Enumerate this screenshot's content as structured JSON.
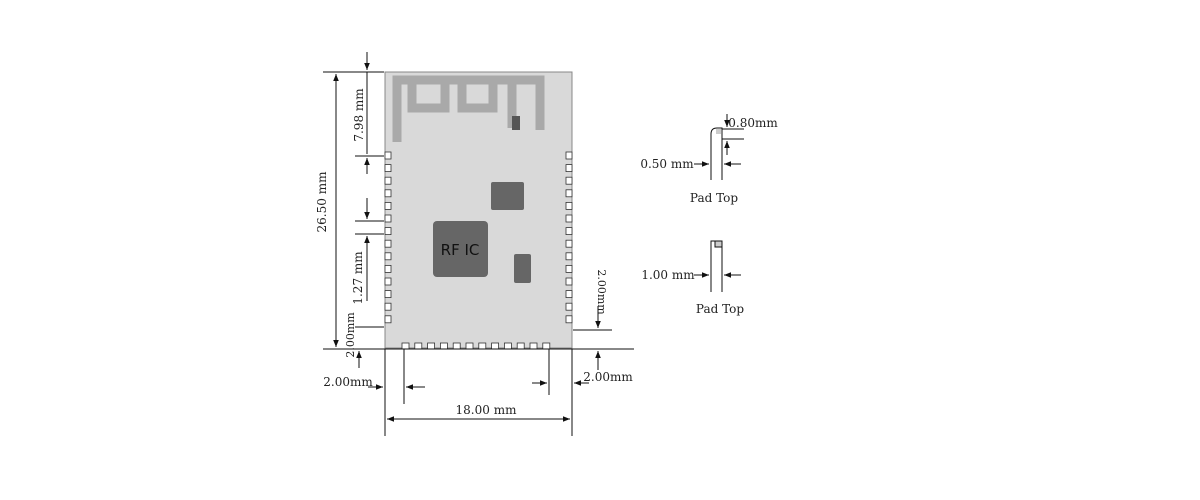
{
  "module": {
    "chip_label": "RF IC",
    "colors": {
      "board": "#d9d9d9",
      "antenna": "#a9a9a9",
      "chip": "#666666",
      "component": "#666666",
      "lines": "#111111"
    }
  },
  "dimensions": {
    "height": "26.50 mm",
    "antenna_height": "7.98 mm",
    "pin_pitch": "1.27 mm",
    "bottom_left_offset": "2.00mm",
    "right_offset": "2.00mm",
    "left_offset": "2.00mm",
    "bottom_right_offset": "2.00mm",
    "width": "18.00 mm"
  },
  "pad_detail_1": {
    "top_dim": "0.80mm",
    "side_dim": "0.50 mm",
    "caption": "Pad Top"
  },
  "pad_detail_2": {
    "side_dim": "1.00 mm",
    "caption": "Pad Top"
  }
}
